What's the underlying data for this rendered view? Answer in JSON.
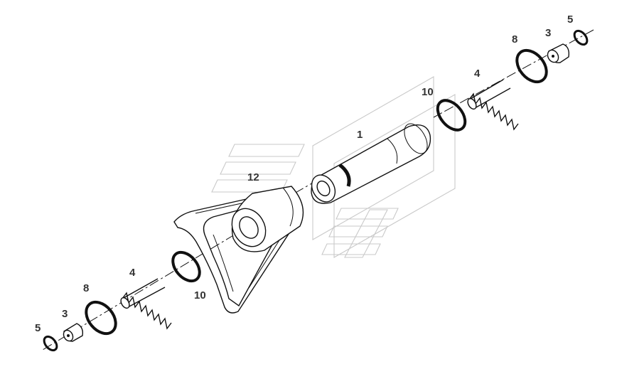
{
  "callouts": {
    "pin": "1",
    "fork": "12",
    "spring_right": "4",
    "spring_left": "4",
    "ring_right": "10",
    "ring_left": "10",
    "washer_right": "8",
    "washer_left": "8",
    "plug_right": "3",
    "plug_left": "3",
    "clip_right": "5",
    "clip_left": "5"
  },
  "colors": {
    "line": "#111111",
    "label": "#333333",
    "watermark": "#c9c9c9"
  }
}
